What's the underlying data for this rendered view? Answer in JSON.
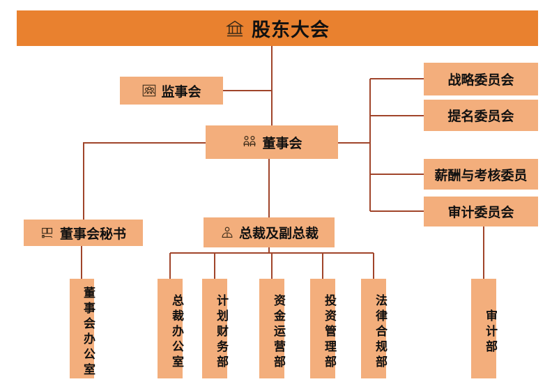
{
  "diagram": {
    "title": "股东大会",
    "type": "organization-chart",
    "colors": {
      "banner_fill": "#E9812F",
      "node_fill": "#F3AE7C",
      "connector": "#A0442A",
      "text": "#111111",
      "background": "#FFFFFF"
    }
  },
  "nodes": {
    "shareholders_meeting": {
      "label": "股东大会",
      "icon": "bank-temple-icon"
    },
    "supervisory_board": {
      "label": "监事会",
      "icon": "people-group-frame-icon"
    },
    "board_of_directors": {
      "label": "董事会",
      "icon": "two-people-seated-icon"
    },
    "board_secretary": {
      "label": "董事会秘书",
      "icon": "book-hand-icon"
    },
    "president_and_vps": {
      "label": "总裁及副总裁",
      "icon": "person-tie-icon"
    }
  },
  "committees": [
    {
      "label": "战略委员会"
    },
    {
      "label": "提名委员会"
    },
    {
      "label": "薪酬与考核委员"
    },
    {
      "label": "审计委员会"
    }
  ],
  "departments": {
    "under_board_secretary": [
      {
        "label": "董事会办公室"
      }
    ],
    "under_president": [
      {
        "label": "总裁办公室"
      },
      {
        "label": "计划财务部"
      },
      {
        "label": "资金运营部"
      },
      {
        "label": "投资管理部"
      },
      {
        "label": "法律合规部"
      }
    ],
    "under_audit_committee": [
      {
        "label": "审计部"
      }
    ]
  }
}
